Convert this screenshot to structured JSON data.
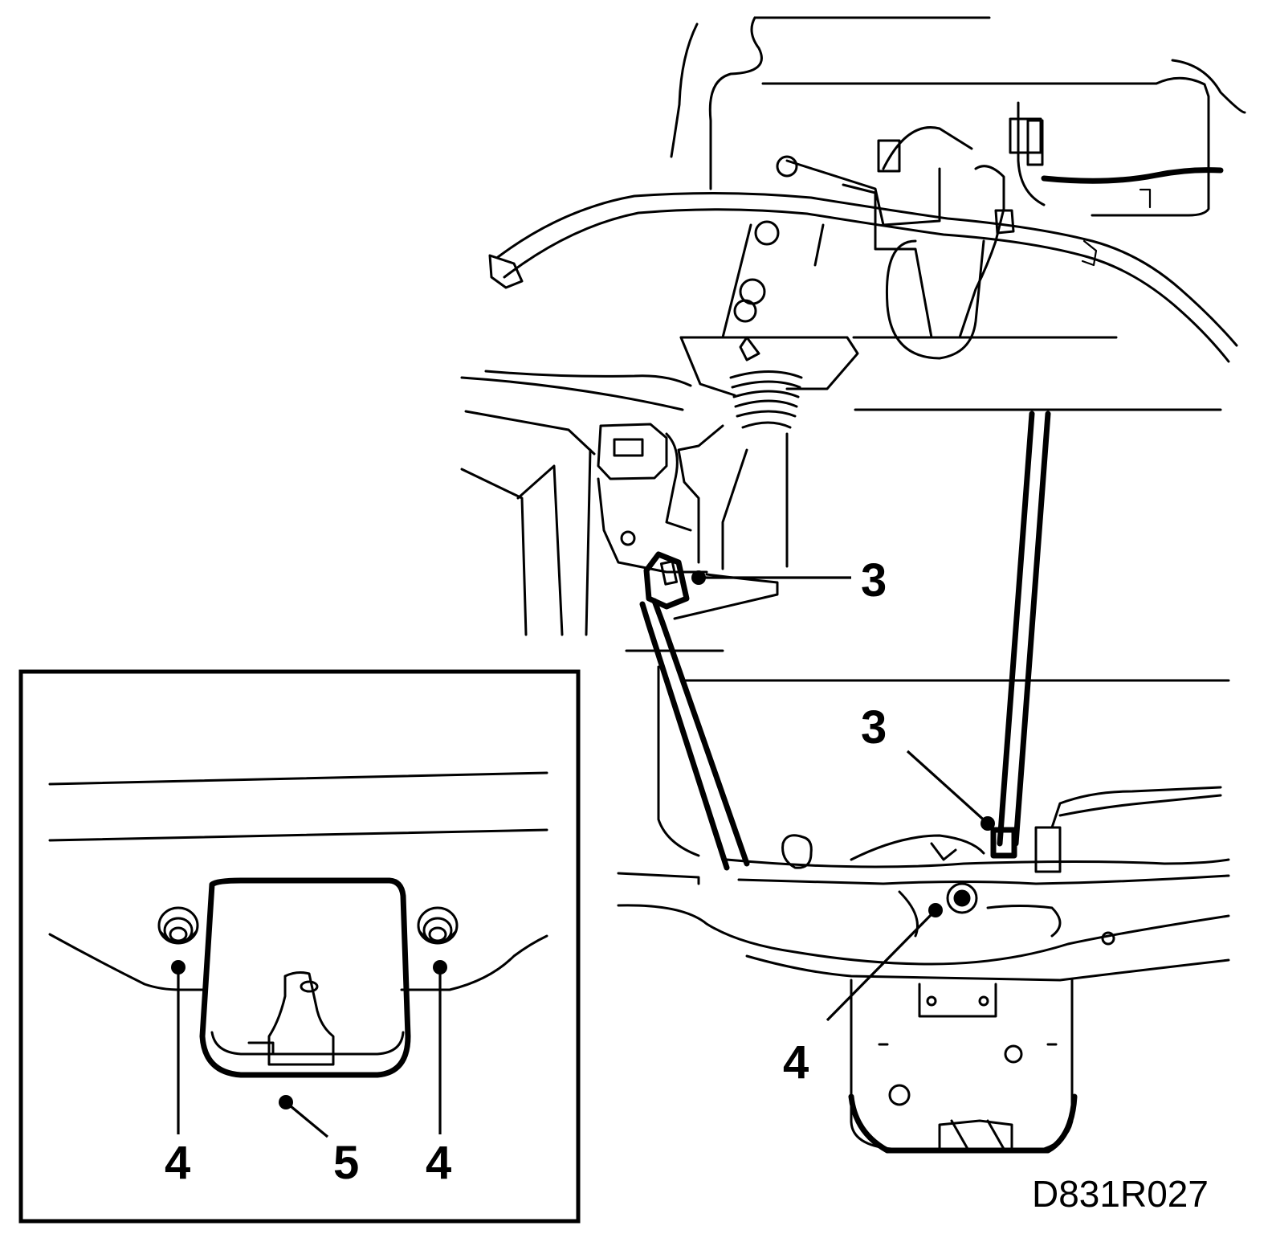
{
  "figure_id": "D831R027",
  "callouts": {
    "main_rod_top": "3",
    "main_rod_bottom": "3",
    "main_bolt": "4",
    "inset_clip_left": "4",
    "inset_latch": "5",
    "inset_clip_right": "4"
  }
}
